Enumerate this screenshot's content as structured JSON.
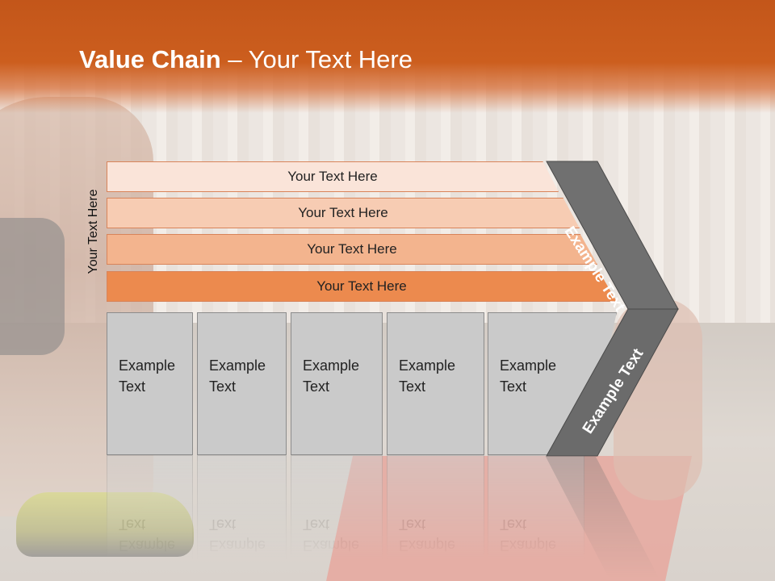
{
  "slide": {
    "title_bold": "Value Chain",
    "title_rest": " – Your Text Here",
    "side_label": "Your Text Here"
  },
  "bars": [
    {
      "label": "Your Text Here"
    },
    {
      "label": "Your Text Here"
    },
    {
      "label": "Your Text Here"
    },
    {
      "label": "Your Text Here"
    }
  ],
  "boxes": [
    {
      "label": "Example\nText"
    },
    {
      "label": "Example\nText"
    },
    {
      "label": "Example\nText"
    },
    {
      "label": "Example\nText"
    },
    {
      "label": "Example\nText"
    }
  ],
  "chevron": {
    "top_label": "Example Text",
    "bottom_label": "Example Text"
  },
  "colors": {
    "header": "#c3561a",
    "bar_1": "#fae4d9",
    "bar_2": "#f7ccb3",
    "bar_3": "#f3b48e",
    "bar_4": "#ec8a4e",
    "box": "#cacaca",
    "chevron": "#6f6f6f"
  }
}
